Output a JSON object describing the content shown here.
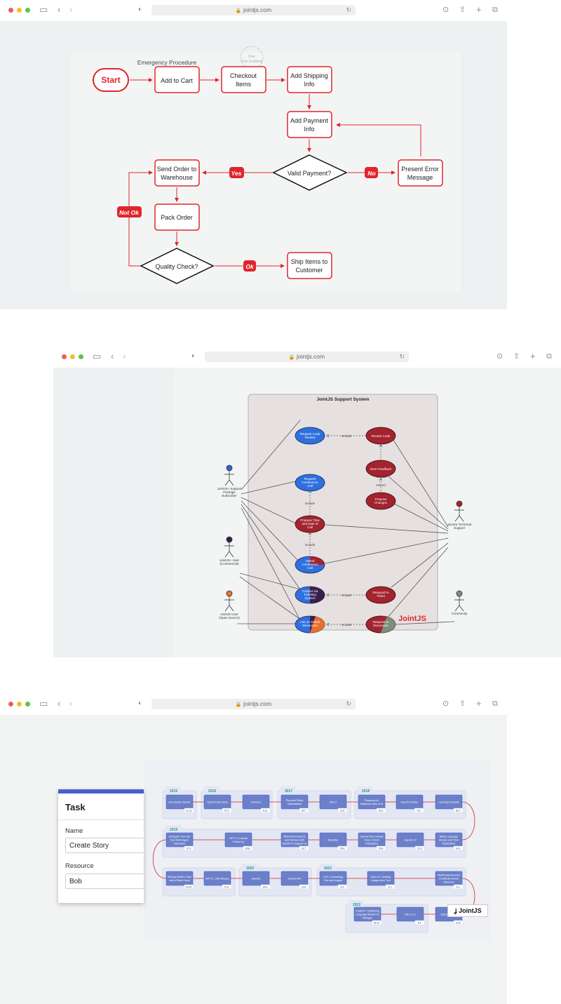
{
  "browser": {
    "url": "jointjs.com",
    "colors": {
      "traffic_red": "#ee5c55",
      "traffic_yellow": "#f7bc30",
      "traffic_green": "#5cc445"
    },
    "icons": [
      "sidebar-icon",
      "back-icon",
      "forward-icon",
      "shield-icon",
      "lock-icon",
      "reload-icon",
      "download-icon",
      "share-icon",
      "new-tab-icon",
      "tabs-icon"
    ]
  },
  "flowchart": {
    "emergency_label": "Emergency Procedure",
    "fire_label": "Fire Incident",
    "start": "Start",
    "nodes": {
      "add_to_cart": "Add to Cart",
      "checkout_line1": "Checkout",
      "checkout_line2": "Items",
      "shipping_line1": "Add Shipping",
      "shipping_line2": "Info",
      "payment_line1": "Add Payment",
      "payment_line2": "Info",
      "valid_payment": "Valid Payment?",
      "error_line1": "Present Error",
      "error_line2": "Message",
      "send_line1": "Send Order to",
      "send_line2": "Warehouse",
      "pack_order": "Pack Order",
      "quality_check": "Quality Check?",
      "ship_line1": "Ship Items to",
      "ship_line2": "Customer"
    },
    "labels": {
      "yes": "Yes",
      "no": "No",
      "not_ok": "Not Ok",
      "ok": "Ok"
    },
    "colors": {
      "accent": "#e0262c",
      "node_border": "#e0262c",
      "decision_border": "#111111"
    }
  },
  "usecase": {
    "title": "JointJS Support System",
    "actors": {
      "subscriber_l1": "JointJS+ Support",
      "subscriber_l2": "Package",
      "subscriber_l3": "Subscriber",
      "commercial_l1": "JointJS+ User",
      "commercial_l2": "(Commercial)",
      "opensource_l1": "JointJS User",
      "opensource_l2": "(Open Source)",
      "technical_l1": "JointJS Technical",
      "technical_l2": "Support",
      "community": "Community"
    },
    "cases": {
      "request_review_l1": "Request Code",
      "request_review_l2": "Review",
      "review_code": "Review Code",
      "give_feedback": "Give Feedback",
      "propose_changes_l1": "Propose",
      "propose_changes_l2": "Changes",
      "request_call_l1": "Request",
      "request_call_l2": "Conference",
      "request_call_l3": "Call",
      "propose_time_l1": "Propose Time",
      "propose_time_l2": "and Date of",
      "propose_time_l3": "Call",
      "attend_call_l1": "Attend",
      "attend_call_l2": "Conference",
      "attend_call_l3": "Call",
      "contact_l1": "Contact via",
      "contact_l2": "Ticketing",
      "contact_l3": "System",
      "respond_ticket_l1": "Respond to",
      "respond_ticket_l2": "Ticket",
      "ask_l1": "Ask on Github",
      "ask_l2": "Discussion",
      "respond_disc_l1": "Respond to",
      "respond_disc_l2": "Discussion"
    },
    "relations": {
      "include": "include",
      "extend": "extend"
    },
    "logo": "JointJS"
  },
  "timeline": {
    "task_panel": {
      "title": "Task",
      "name_label": "Name",
      "name_value": "Create Story",
      "resource_label": "Resource",
      "resource_value": "Bob"
    },
    "years": [
      "2015",
      "2016",
      "2017",
      "2018",
      "2019",
      "2020",
      "2021",
      "2022"
    ],
    "events": [
      {
        "label": "Introducing OpenAI",
        "date": "11.12."
      },
      {
        "label": "OpenAI Gym Beta",
        "date": "27.4."
      },
      {
        "label": "Universe",
        "date": "5.12."
      },
      {
        "label": "Proximal Policy Optimization",
        "date": "20.7."
      },
      {
        "label": "Dota 2",
        "date": "11.8."
      },
      {
        "label": "Preparing for Malicious Uses of AI",
        "date": "20.2."
      },
      {
        "label": "OpenAI Charter",
        "date": "9.4."
      },
      {
        "label": "Learning Dexterity",
        "date": "30.7."
      },
      {
        "label": "Better Language Models and Their Implications",
        "date": "14.2."
      },
      {
        "label": "OpenAI LP",
        "date": "11.3."
      },
      {
        "label": "OpenAI Five Defeats Dota 2 World Champions",
        "date": "15.4."
      },
      {
        "label": "MuseNet",
        "date": "25.4."
      },
      {
        "label": "Microsoft Invests In and Partners with OpenAI to Support Us Building Beneficial AGI",
        "date": "22.7."
      },
      {
        "label": "GPT-2: 6-Month Follow-Up",
        "date": "20.8."
      },
      {
        "label": "Emergent Tool Use from Multi-Agent Interaction",
        "date": "17.9."
      },
      {
        "label": "Solving Rubik's Cube with a Robot Hand",
        "date": "15.10."
      },
      {
        "label": "GPT-2: 1.5B Release",
        "date": "5.11."
      },
      {
        "label": "Jukebox",
        "date": "30.4."
      },
      {
        "label": "OpenAI API",
        "date": "11.6."
      },
      {
        "label": "CLIP: Connecting Text and Images",
        "date": "5.1."
      },
      {
        "label": "DALL·E: Creating Images from Text",
        "date": "5.1."
      },
      {
        "label": "Multimodal Neurons in Artificial Neural Networks",
        "date": "4.3."
      },
      {
        "label": "OpenAI Codex",
        "date": "10.8."
      },
      {
        "label": "DALL·E 2",
        "date": "6.4."
      },
      {
        "label": "ChatGPT: Optimizing Language Models for Dialogue",
        "date": "30.11."
      }
    ],
    "logo": "JointJS",
    "colors": {
      "card": "#6b80c9",
      "card_border": "#4a5fcf",
      "lane": "#e3e7f4",
      "year_text": "#1a9a8f",
      "link": "#d0242a"
    }
  }
}
